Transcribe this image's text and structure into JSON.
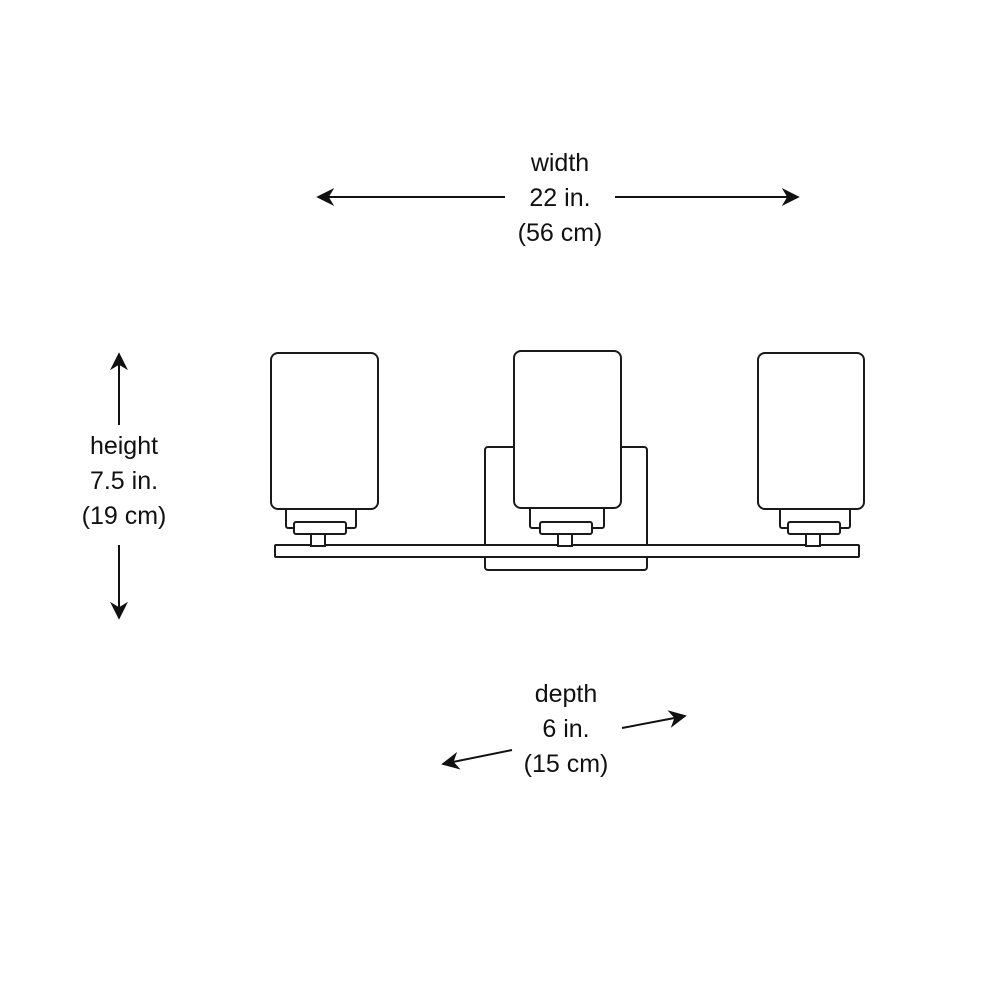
{
  "dimensions": {
    "width": {
      "label": "width",
      "imperial": "22 in.",
      "metric": "(56 cm)"
    },
    "height": {
      "label": "height",
      "imperial": "7.5 in.",
      "metric": "(19 cm)"
    },
    "depth": {
      "label": "depth",
      "imperial": "6 in.",
      "metric": "(15 cm)"
    }
  },
  "colors": {
    "line": "#1a1a1a",
    "background": "#ffffff"
  }
}
